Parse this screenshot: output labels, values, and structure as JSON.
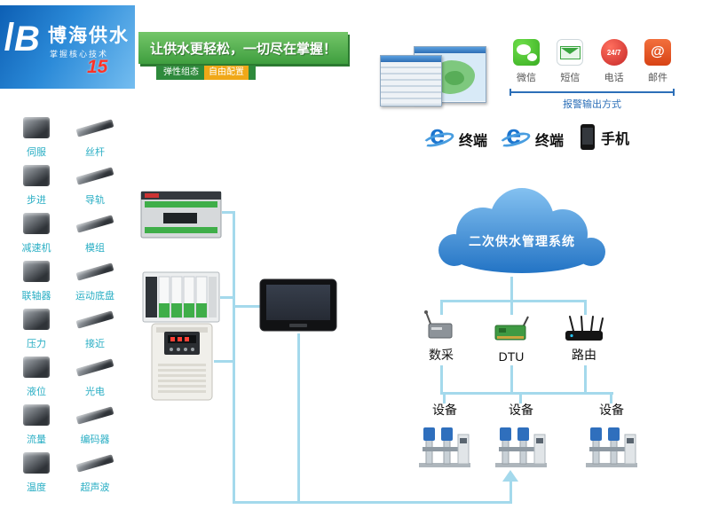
{
  "brand": {
    "name": "博海供水",
    "tagline": "掌握核心技术",
    "badge": "15"
  },
  "banner": {
    "title": "让供水更轻松，一切尽在掌握！",
    "sub_left": "弹性组态",
    "sub_right": "自由配置"
  },
  "screens": {
    "left_window": "scada-monitor-screenshot",
    "right_window": "gis-map-screenshot"
  },
  "alarm": {
    "caption": "报警输出方式",
    "methods": [
      {
        "label": "微信",
        "icon": "wechat-icon"
      },
      {
        "label": "短信",
        "icon": "sms-icon"
      },
      {
        "label": "电话",
        "icon": "phone-24-7-icon",
        "badge": "24/7"
      },
      {
        "label": "邮件",
        "icon": "email-icon",
        "symbol": "@"
      }
    ]
  },
  "access": {
    "terminals": [
      {
        "label": "终端",
        "icon": "ie-browser-icon"
      },
      {
        "label": "终端",
        "icon": "ie-browser-icon"
      }
    ],
    "mobile": {
      "label": "手机",
      "icon": "smartphone-icon"
    }
  },
  "cloud": {
    "label": "二次供水管理系统"
  },
  "gateways": [
    {
      "label": "数采",
      "icon": "data-collector-icon"
    },
    {
      "label": "DTU",
      "icon": "dtu-module-icon"
    },
    {
      "label": "路由",
      "icon": "router-icon"
    }
  ],
  "devices": [
    {
      "label": "设备"
    },
    {
      "label": "设备"
    },
    {
      "label": "设备"
    }
  ],
  "products": [
    {
      "label": "伺服"
    },
    {
      "label": "丝杆"
    },
    {
      "label": "步进"
    },
    {
      "label": "导轨"
    },
    {
      "label": "减速机"
    },
    {
      "label": "模组"
    },
    {
      "label": "联轴器"
    },
    {
      "label": "运动底盘"
    },
    {
      "label": "压力"
    },
    {
      "label": "接近"
    },
    {
      "label": "液位"
    },
    {
      "label": "光电"
    },
    {
      "label": "流量"
    },
    {
      "label": "编码器"
    },
    {
      "label": "温度"
    },
    {
      "label": "超声波"
    }
  ],
  "colors": {
    "accent_blue": "#2c6fb8",
    "line_blue": "#a4d9ec",
    "label_cyan": "#29aec4",
    "banner_green": "#46a04a",
    "cloud_blue": "#2f7cc9"
  }
}
